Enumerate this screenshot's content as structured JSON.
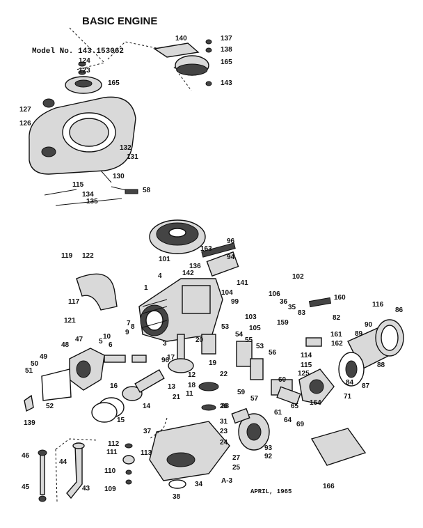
{
  "title": "BASIC ENGINE",
  "model": "Model No. 143.153062",
  "page_code": "A-3",
  "date": "APRIL, 1965",
  "callouts": [
    {
      "id": "140"
    },
    {
      "id": "137"
    },
    {
      "id": "138"
    },
    {
      "id": "165"
    },
    {
      "id": "143"
    },
    {
      "id": "124"
    },
    {
      "id": "123"
    },
    {
      "id": "165"
    },
    {
      "id": "127"
    },
    {
      "id": "126"
    },
    {
      "id": "132"
    },
    {
      "id": "131"
    },
    {
      "id": "130"
    },
    {
      "id": "115"
    },
    {
      "id": "134"
    },
    {
      "id": "135"
    },
    {
      "id": "58"
    },
    {
      "id": "96"
    },
    {
      "id": "94"
    },
    {
      "id": "101"
    },
    {
      "id": "163"
    },
    {
      "id": "119"
    },
    {
      "id": "122"
    },
    {
      "id": "4"
    },
    {
      "id": "136"
    },
    {
      "id": "142"
    },
    {
      "id": "141"
    },
    {
      "id": "102"
    },
    {
      "id": "117"
    },
    {
      "id": "1"
    },
    {
      "id": "104"
    },
    {
      "id": "99"
    },
    {
      "id": "106"
    },
    {
      "id": "36"
    },
    {
      "id": "35"
    },
    {
      "id": "160"
    },
    {
      "id": "116"
    },
    {
      "id": "86"
    },
    {
      "id": "121"
    },
    {
      "id": "7"
    },
    {
      "id": "9"
    },
    {
      "id": "8"
    },
    {
      "id": "103"
    },
    {
      "id": "105"
    },
    {
      "id": "159"
    },
    {
      "id": "83"
    },
    {
      "id": "82"
    },
    {
      "id": "90"
    },
    {
      "id": "10"
    },
    {
      "id": "20"
    },
    {
      "id": "53"
    },
    {
      "id": "54"
    },
    {
      "id": "55"
    },
    {
      "id": "161"
    },
    {
      "id": "162"
    },
    {
      "id": "89"
    },
    {
      "id": "48"
    },
    {
      "id": "47"
    },
    {
      "id": "5"
    },
    {
      "id": "6"
    },
    {
      "id": "3"
    },
    {
      "id": "17"
    },
    {
      "id": "19"
    },
    {
      "id": "53"
    },
    {
      "id": "56"
    },
    {
      "id": "114"
    },
    {
      "id": "115"
    },
    {
      "id": "49"
    },
    {
      "id": "50"
    },
    {
      "id": "51"
    },
    {
      "id": "96"
    },
    {
      "id": "12"
    },
    {
      "id": "18"
    },
    {
      "id": "22"
    },
    {
      "id": "60"
    },
    {
      "id": "125"
    },
    {
      "id": "88"
    },
    {
      "id": "16"
    },
    {
      "id": "13"
    },
    {
      "id": "11"
    },
    {
      "id": "59"
    },
    {
      "id": "57"
    },
    {
      "id": "84"
    },
    {
      "id": "87"
    },
    {
      "id": "52"
    },
    {
      "id": "14"
    },
    {
      "id": "21"
    },
    {
      "id": "15"
    },
    {
      "id": "26"
    },
    {
      "id": "139"
    },
    {
      "id": "61"
    },
    {
      "id": "64"
    },
    {
      "id": "69"
    },
    {
      "id": "65"
    },
    {
      "id": "164"
    },
    {
      "id": "71"
    },
    {
      "id": "31"
    },
    {
      "id": "37"
    },
    {
      "id": "23"
    },
    {
      "id": "24"
    },
    {
      "id": "112"
    },
    {
      "id": "113"
    },
    {
      "id": "111"
    },
    {
      "id": "46"
    },
    {
      "id": "44"
    },
    {
      "id": "110"
    },
    {
      "id": "93"
    },
    {
      "id": "92"
    },
    {
      "id": "27"
    },
    {
      "id": "25"
    },
    {
      "id": "34"
    },
    {
      "id": "109"
    },
    {
      "id": "45"
    },
    {
      "id": "43"
    },
    {
      "id": "38"
    },
    {
      "id": "166"
    },
    {
      "id": "28"
    }
  ]
}
